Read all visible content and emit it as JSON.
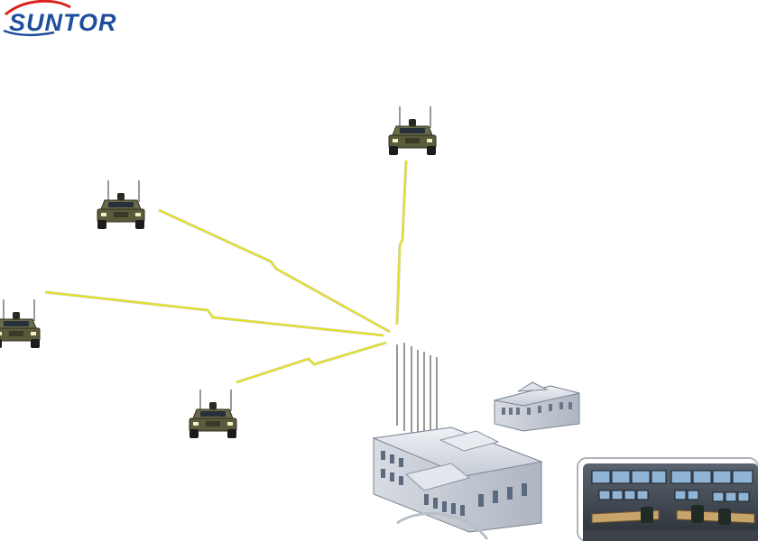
{
  "brand": {
    "name": "SUNTOR",
    "colors": {
      "primary": "#1f4e9c",
      "swoosh": "#d9241b"
    }
  },
  "diagram": {
    "nodes": [
      {
        "id": "vehicle-1",
        "type": "military-vehicle-icon"
      },
      {
        "id": "vehicle-2",
        "type": "military-vehicle-icon"
      },
      {
        "id": "vehicle-3",
        "type": "military-vehicle-icon"
      },
      {
        "id": "vehicle-4",
        "type": "military-vehicle-icon"
      },
      {
        "id": "base-station",
        "type": "building-with-antennas-icon"
      },
      {
        "id": "secondary-building",
        "type": "building-icon"
      },
      {
        "id": "control-room",
        "type": "monitoring-room-icon"
      }
    ],
    "links": [
      {
        "from": "vehicle-1",
        "to": "base-station",
        "type": "wireless"
      },
      {
        "from": "vehicle-2",
        "to": "base-station",
        "type": "wireless"
      },
      {
        "from": "vehicle-3",
        "to": "base-station",
        "type": "wireless"
      },
      {
        "from": "vehicle-4",
        "to": "base-station",
        "type": "wireless"
      }
    ],
    "colors": {
      "link": "#e6e41e",
      "link_shadow": "#8c8c8c",
      "vehicle": "#5a5a3c",
      "building": "#c9cfd8"
    }
  }
}
